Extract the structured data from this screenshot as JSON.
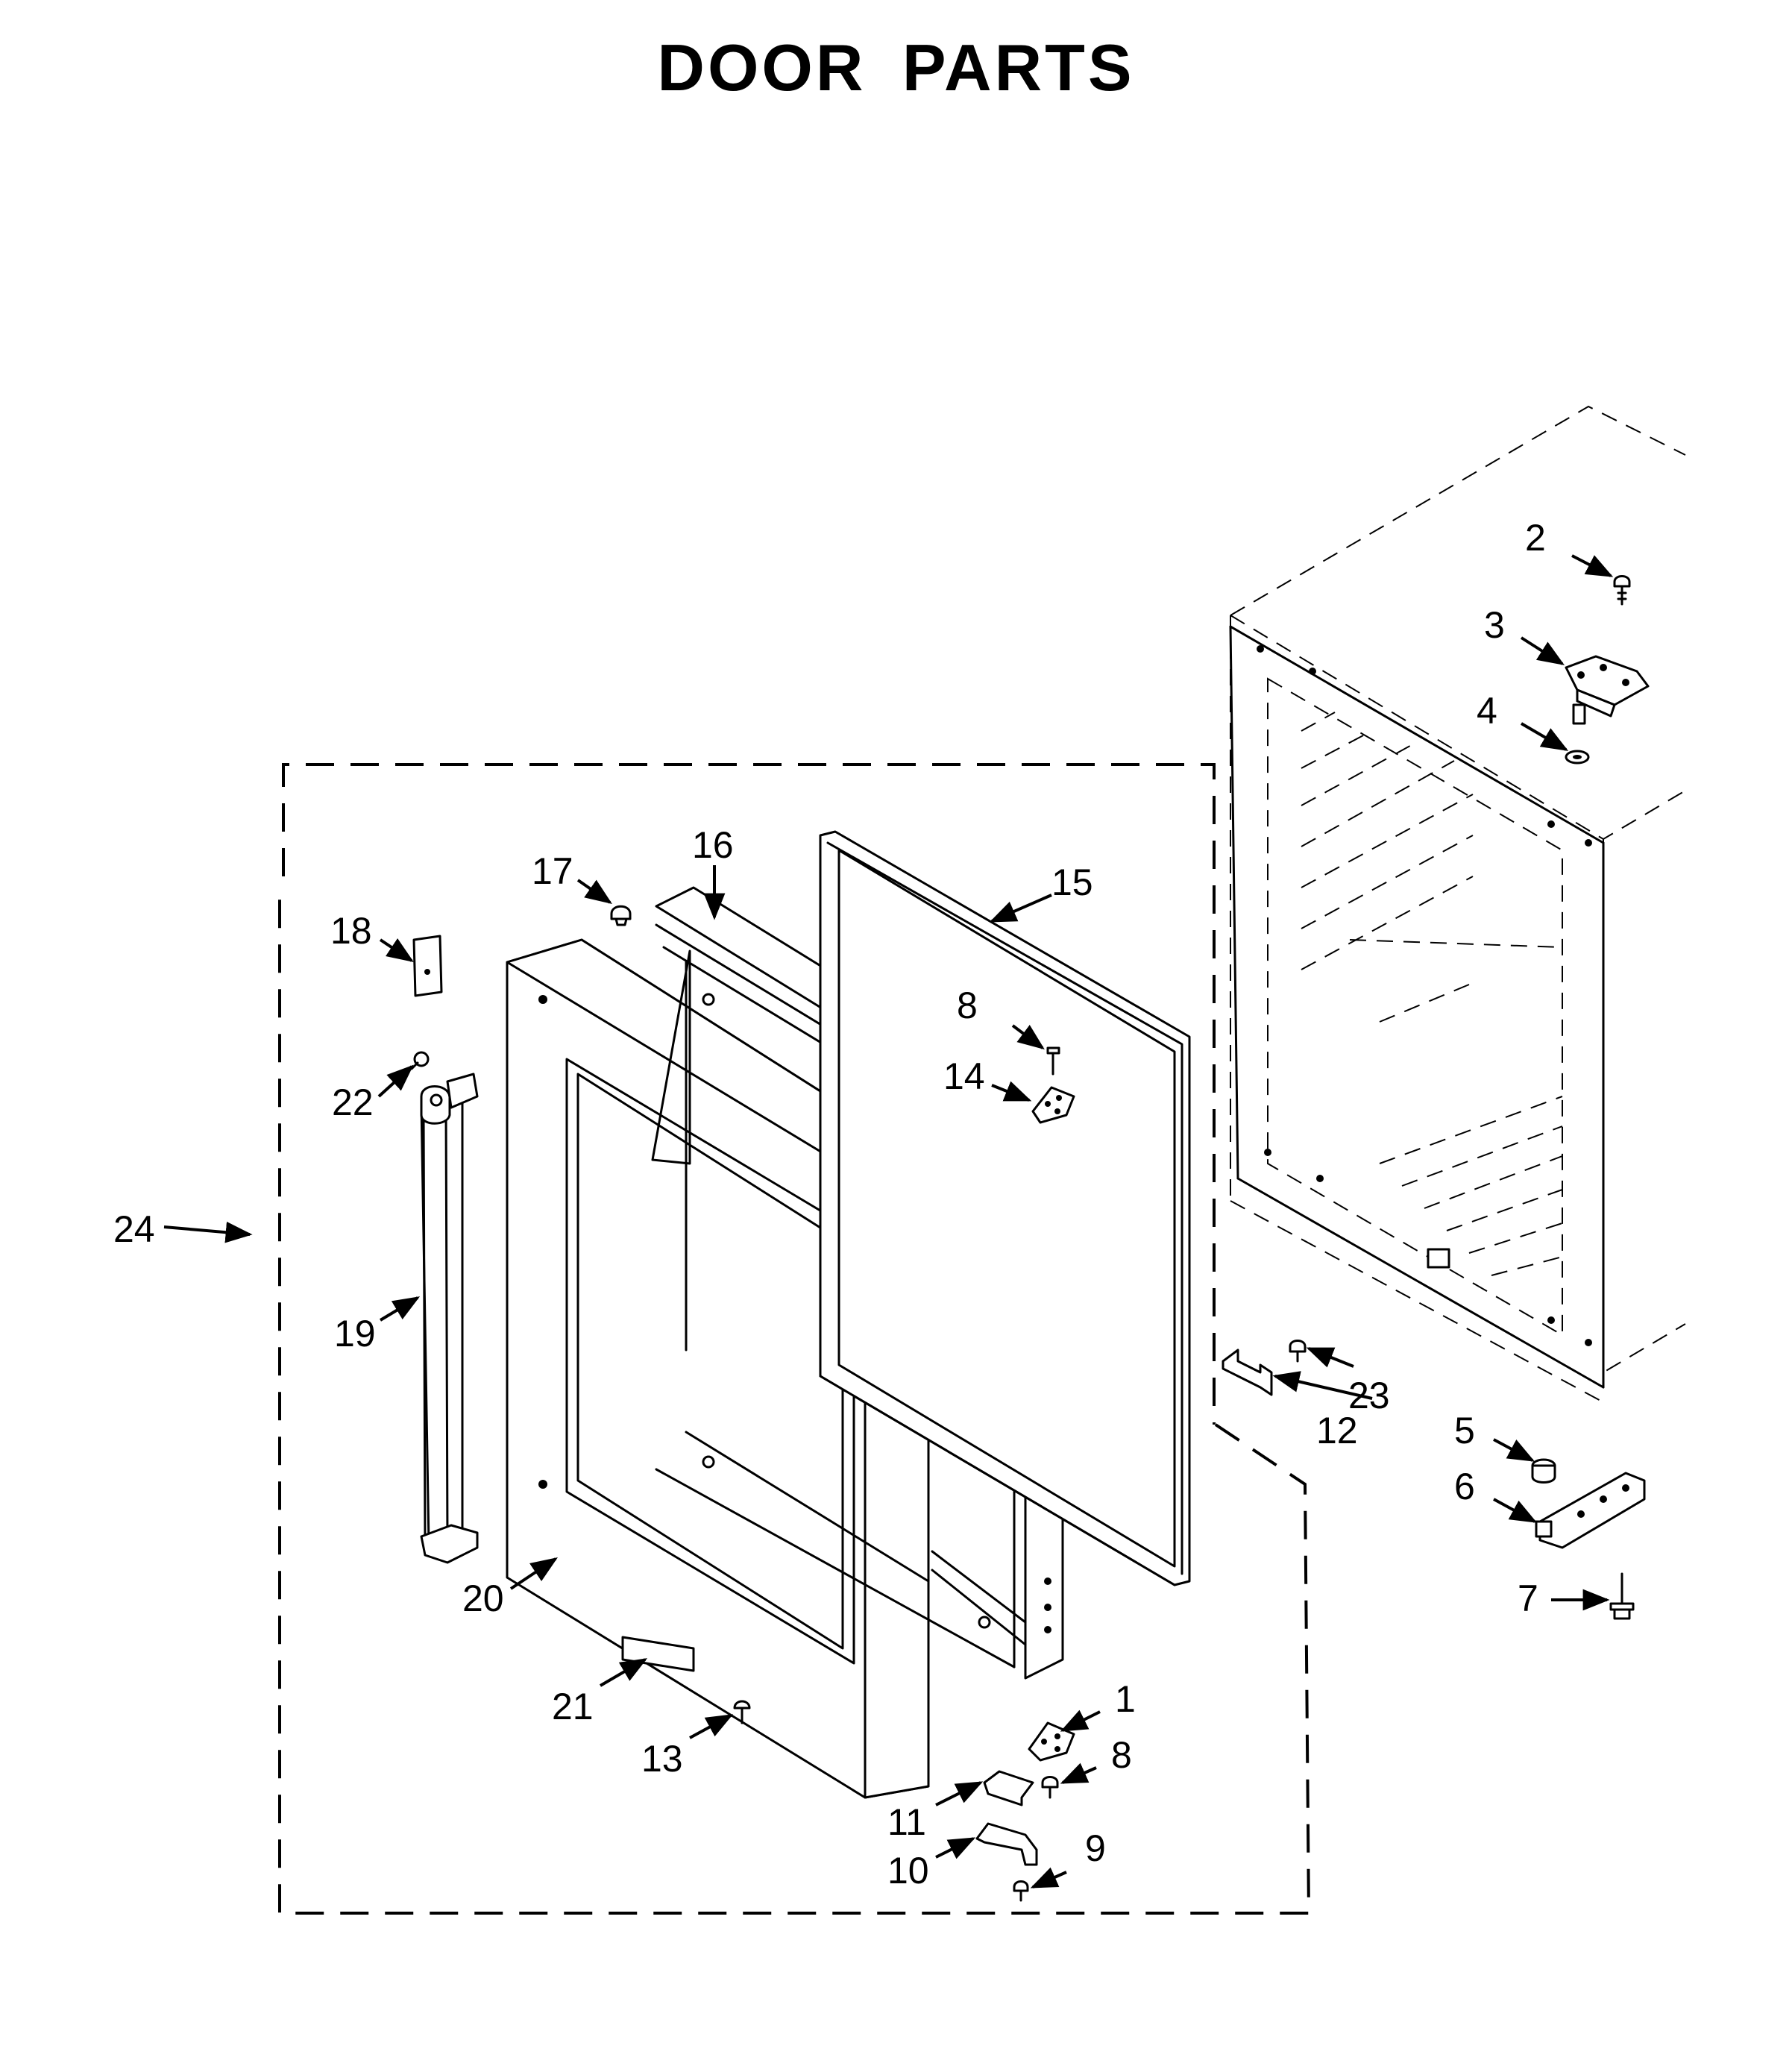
{
  "title": "DOOR PARTS",
  "callouts": [
    {
      "id": "c1",
      "label": "1"
    },
    {
      "id": "c2",
      "label": "2"
    },
    {
      "id": "c3",
      "label": "3"
    },
    {
      "id": "c4",
      "label": "4"
    },
    {
      "id": "c5",
      "label": "5"
    },
    {
      "id": "c6",
      "label": "6"
    },
    {
      "id": "c7",
      "label": "7"
    },
    {
      "id": "c8a",
      "label": "8"
    },
    {
      "id": "c8b",
      "label": "8"
    },
    {
      "id": "c9",
      "label": "9"
    },
    {
      "id": "c10",
      "label": "10"
    },
    {
      "id": "c11",
      "label": "11"
    },
    {
      "id": "c12",
      "label": "12"
    },
    {
      "id": "c13",
      "label": "13"
    },
    {
      "id": "c14",
      "label": "14"
    },
    {
      "id": "c15",
      "label": "15"
    },
    {
      "id": "c16",
      "label": "16"
    },
    {
      "id": "c17",
      "label": "17"
    },
    {
      "id": "c18",
      "label": "18"
    },
    {
      "id": "c19",
      "label": "19"
    },
    {
      "id": "c20",
      "label": "20"
    },
    {
      "id": "c21",
      "label": "21"
    },
    {
      "id": "c22",
      "label": "22"
    },
    {
      "id": "c23",
      "label": "23"
    },
    {
      "id": "c24",
      "label": "24"
    }
  ]
}
